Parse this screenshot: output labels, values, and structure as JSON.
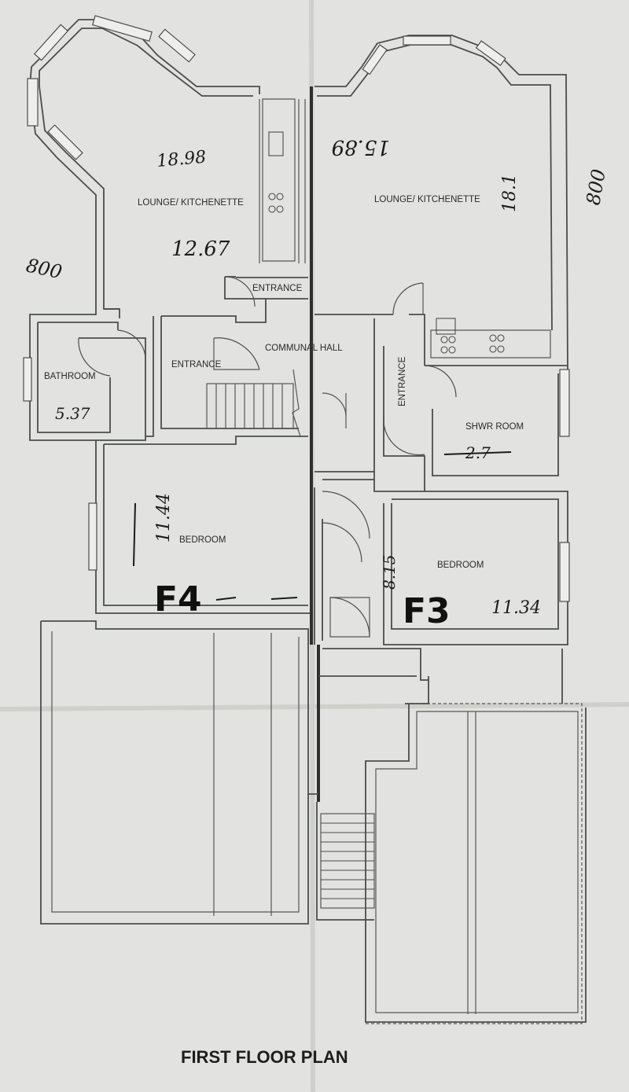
{
  "plan": {
    "title": "FIRST FLOOR PLAN",
    "rooms": {
      "lounge_left": "LOUNGE/ KITCHENETTE",
      "lounge_right": "LOUNGE/ KITCHENETTE",
      "entrance_top": "ENTRANCE",
      "communal_hall": "COMMUNAL HALL",
      "entrance_left": "ENTRANCE",
      "entrance_right": "ENTRANCE",
      "bathroom": "BATHROOM",
      "shower_room": "SHWR ROOM",
      "bedroom_left": "BEDROOM",
      "bedroom_right": "BEDROOM"
    },
    "units": {
      "left": "F4",
      "right": "F3"
    },
    "annotations": {
      "left_lounge_area_top": "18.98",
      "left_lounge_area_bottom": "12.67",
      "right_lounge_area": "15.89",
      "right_lounge_side": "18.1",
      "left_side_ref": "800",
      "right_side_ref": "800",
      "bathroom_area": "5.37",
      "left_bedroom_area": "11.44",
      "right_bedroom_area": "11.34",
      "right_bedroom_side": "8.15",
      "shower_area": "2.7"
    }
  }
}
